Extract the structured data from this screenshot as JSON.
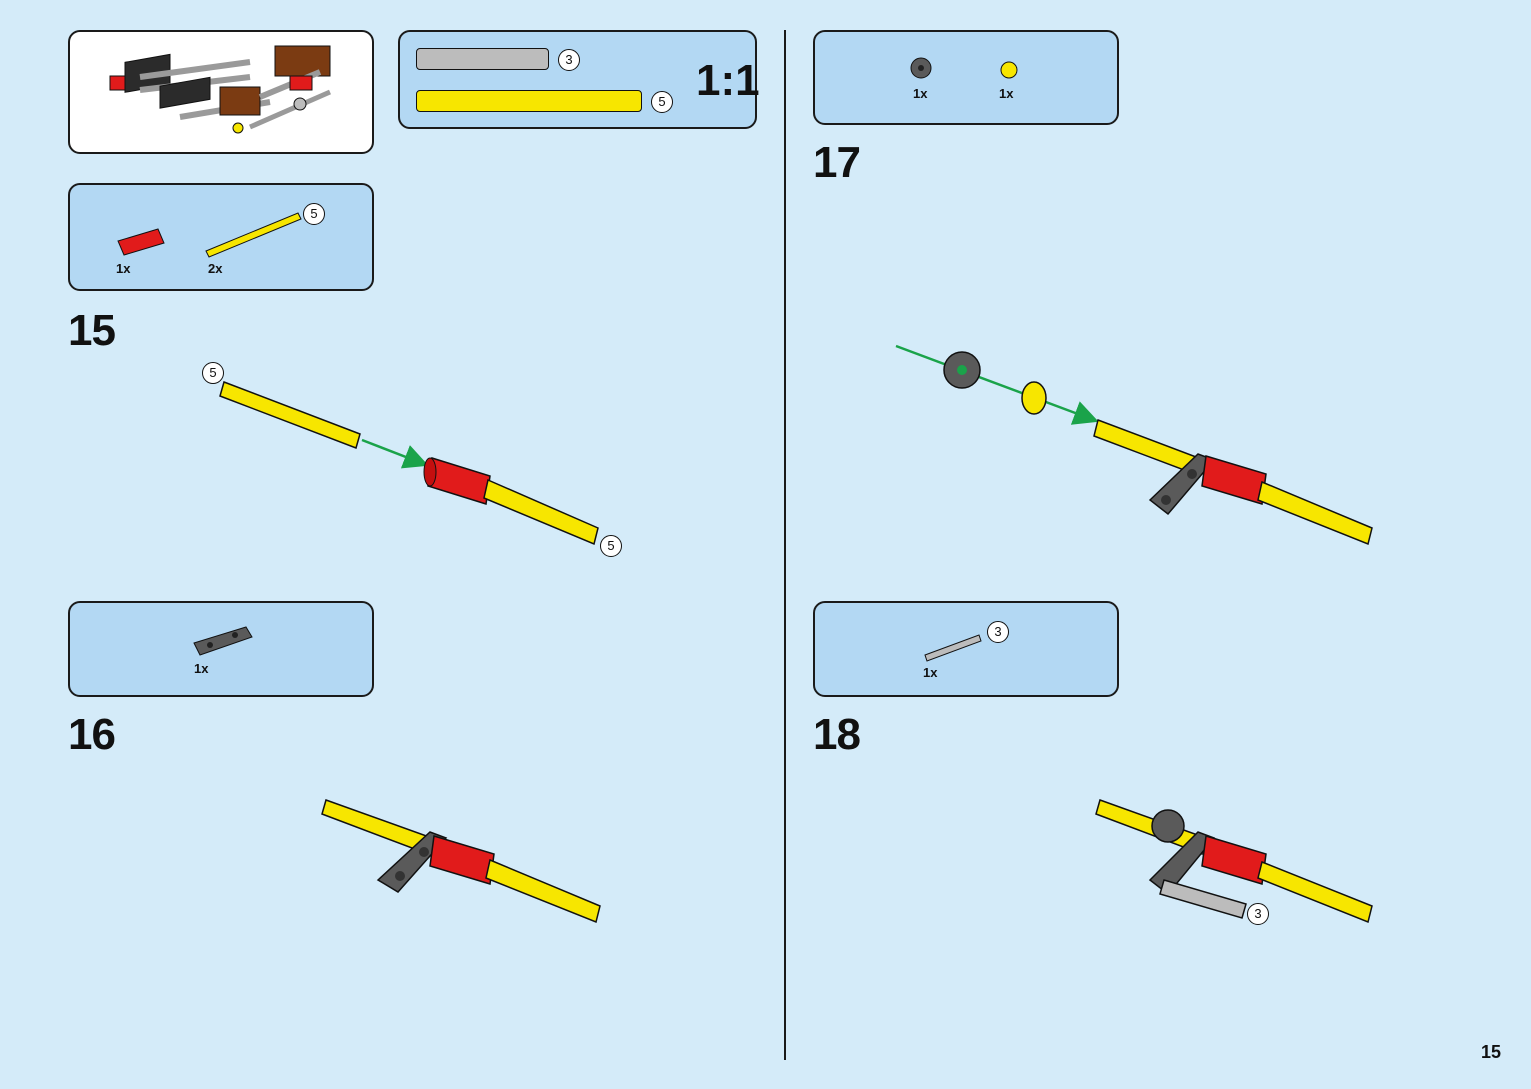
{
  "page_number": "15",
  "scale_label": "1:1",
  "scale_rulers": [
    {
      "length": "3",
      "color": "#bcbcbc"
    },
    {
      "length": "5",
      "color": "#f7e600"
    }
  ],
  "steps": [
    {
      "number": "15",
      "parts": [
        {
          "name": "red-connector",
          "qty": "1x",
          "color": "#e11b1b"
        },
        {
          "name": "yellow-axle-5",
          "qty": "2x",
          "length": "5",
          "color": "#f7e600"
        }
      ],
      "callouts": [
        "5",
        "5"
      ]
    },
    {
      "number": "16",
      "parts": [
        {
          "name": "dark-gray-beam",
          "qty": "1x",
          "color": "#5a5a5a"
        }
      ]
    },
    {
      "number": "17",
      "parts": [
        {
          "name": "dark-gray-gear",
          "qty": "1x",
          "color": "#5a5a5a"
        },
        {
          "name": "yellow-bush",
          "qty": "1x",
          "color": "#f7e600"
        }
      ]
    },
    {
      "number": "18",
      "parts": [
        {
          "name": "gray-axle-3",
          "qty": "1x",
          "length": "3",
          "color": "#bcbcbc"
        }
      ],
      "callouts": [
        "3"
      ]
    }
  ],
  "colors": {
    "page_bg": "#d4ebf9",
    "box_bg": "#b3d8f3",
    "arrow": "#1aa34a"
  }
}
